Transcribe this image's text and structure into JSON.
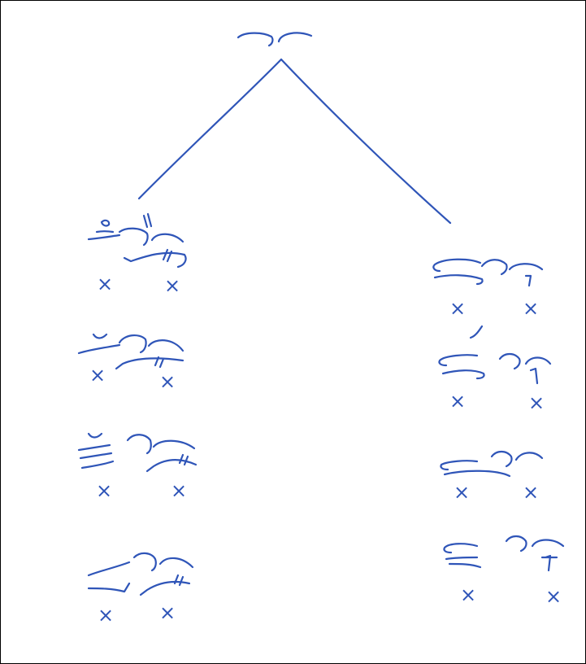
{
  "diagram": {
    "ink_color": "#2f55b8",
    "paper_color": "#ffffff",
    "root": {
      "symbol": "shorthand-root"
    },
    "branches": [
      {
        "name": "left",
        "entries": [
          {
            "left_mark": "×",
            "right_mark": "×"
          },
          {
            "left_mark": "×",
            "right_mark": "×"
          },
          {
            "left_mark": "×",
            "right_mark": "×"
          },
          {
            "left_mark": "×",
            "right_mark": "×"
          }
        ]
      },
      {
        "name": "right",
        "entries": [
          {
            "left_mark": "×",
            "right_mark": "×"
          },
          {
            "left_mark": "×",
            "right_mark": "×"
          },
          {
            "left_mark": "×",
            "right_mark": "×"
          },
          {
            "left_mark": "×",
            "right_mark": "×"
          }
        ]
      }
    ]
  }
}
